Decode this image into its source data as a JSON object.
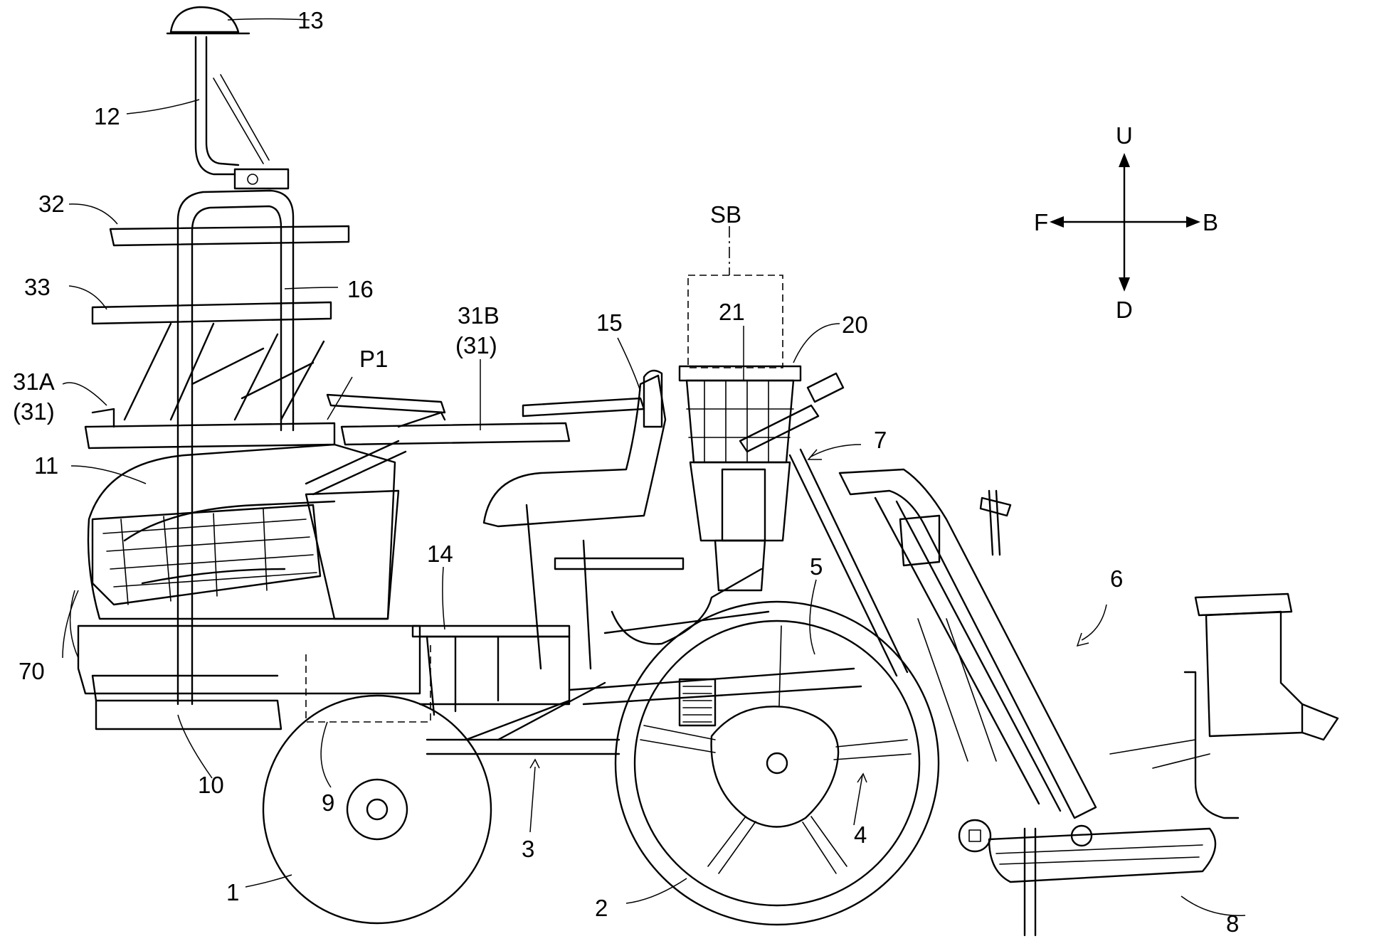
{
  "figure": {
    "labels": {
      "l1": "1",
      "l2": "2",
      "l3": "3",
      "l4": "4",
      "l5": "5",
      "l6": "6",
      "l7": "7",
      "l8": "8",
      "l9": "9",
      "l10": "10",
      "l11": "11",
      "l12": "12",
      "l13": "13",
      "l14": "14",
      "l15": "15",
      "l16": "16",
      "l20": "20",
      "l21": "21",
      "l31A": "31A",
      "l31A_sub": "(31)",
      "l31B": "31B",
      "l31B_sub": "(31)",
      "l32": "32",
      "l33": "33",
      "l70": "70",
      "lP1": "P1",
      "lSB": "SB"
    },
    "direction_legend": {
      "up": "U",
      "down": "D",
      "front": "F",
      "back": "B"
    }
  }
}
